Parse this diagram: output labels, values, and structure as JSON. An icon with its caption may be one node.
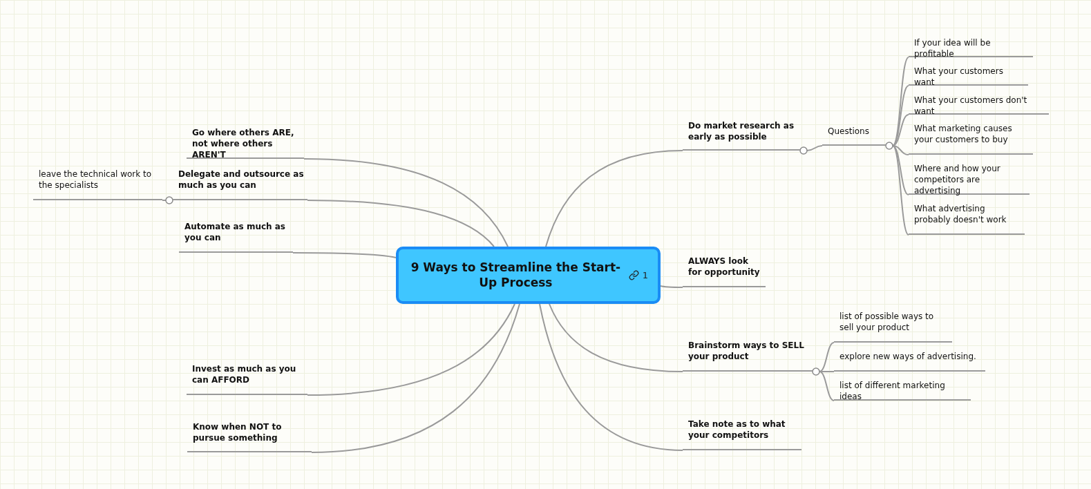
{
  "diagram": {
    "nodes": [
      {
        "text": [
          "9 Ways to Streamline the Start-Up Process",
          "1"
        ]
      },
      {
        "text": [
          "Go where others ARE, not where others AREN'T"
        ]
      },
      {
        "text": [
          "Delegate and outsource as much as you can"
        ]
      },
      {
        "text": [
          "leave the technical work to the specialists"
        ]
      },
      {
        "text": [
          "Automate as much as you can"
        ]
      },
      {
        "text": [
          "Invest as much as you can AFFORD"
        ]
      },
      {
        "text": [
          "Know when NOT to pursue something"
        ]
      },
      {
        "text": [
          "Do market research as early as possible"
        ]
      },
      {
        "text": [
          "Questions"
        ]
      },
      {
        "text": [
          "If your idea will be profitable"
        ]
      },
      {
        "text": [
          "What your customers want"
        ]
      },
      {
        "text": [
          "What your customers don't want"
        ]
      },
      {
        "text": [
          "What marketing causes your customers to buy"
        ]
      },
      {
        "text": [
          "Where and how your competitors are advertising"
        ]
      },
      {
        "text": [
          "What advertising probably doesn't work"
        ]
      },
      {
        "text": [
          "ALWAYS look for opportunity"
        ]
      },
      {
        "text": [
          "Brainstorm ways to SELL your product"
        ]
      },
      {
        "text": [
          "list of possible ways to sell your product"
        ]
      },
      {
        "text": [
          "explore new ways of advertising."
        ]
      },
      {
        "text": [
          "list of different marketing ideas"
        ]
      },
      {
        "text": [
          "Take note as to what your competitors"
        ]
      }
    ],
    "edges": [
      {
        "from": 0,
        "to": 1,
        "arrow": "none"
      },
      {
        "from": 0,
        "to": 2,
        "arrow": "none"
      },
      {
        "from": 2,
        "to": 3,
        "arrow": "none"
      },
      {
        "from": 0,
        "to": 4,
        "arrow": "none"
      },
      {
        "from": 0,
        "to": 5,
        "arrow": "none"
      },
      {
        "from": 0,
        "to": 6,
        "arrow": "none"
      },
      {
        "from": 0,
        "to": 7,
        "arrow": "none"
      },
      {
        "from": 7,
        "to": 8,
        "arrow": "none"
      },
      {
        "from": 8,
        "to": 9,
        "arrow": "none"
      },
      {
        "from": 8,
        "to": 10,
        "arrow": "none"
      },
      {
        "from": 8,
        "to": 11,
        "arrow": "none"
      },
      {
        "from": 8,
        "to": 12,
        "arrow": "none"
      },
      {
        "from": 8,
        "to": 13,
        "arrow": "none"
      },
      {
        "from": 8,
        "to": 14,
        "arrow": "none"
      },
      {
        "from": 0,
        "to": 15,
        "arrow": "none"
      },
      {
        "from": 0,
        "to": 16,
        "arrow": "none"
      },
      {
        "from": 16,
        "to": 17,
        "arrow": "none"
      },
      {
        "from": 16,
        "to": 18,
        "arrow": "none"
      },
      {
        "from": 16,
        "to": 19,
        "arrow": "none"
      },
      {
        "from": 0,
        "to": 20,
        "arrow": "none"
      }
    ]
  }
}
